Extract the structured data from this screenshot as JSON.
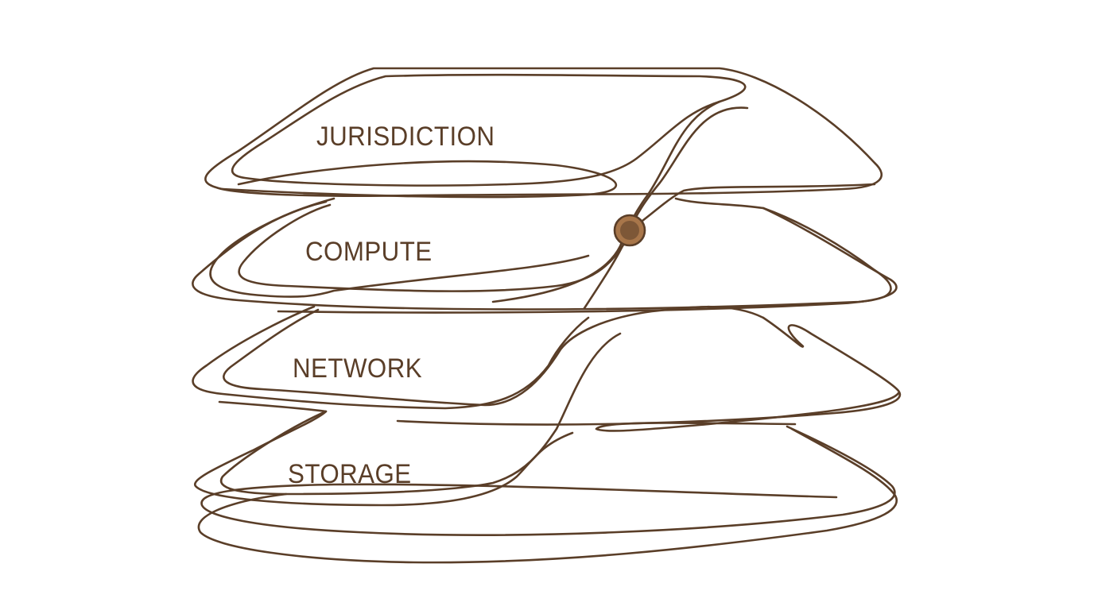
{
  "diagram": {
    "layers": [
      {
        "id": "jurisdiction",
        "label": "JURISDICTION"
      },
      {
        "id": "compute",
        "label": "COMPUTE"
      },
      {
        "id": "network",
        "label": "NETWORK"
      },
      {
        "id": "storage",
        "label": "STORAGE"
      }
    ]
  },
  "style": {
    "stroke_color": "#5a3e28",
    "label_color": "#5a3e28",
    "node_color": "#a8764a",
    "node_outline": "#5a3e28"
  }
}
